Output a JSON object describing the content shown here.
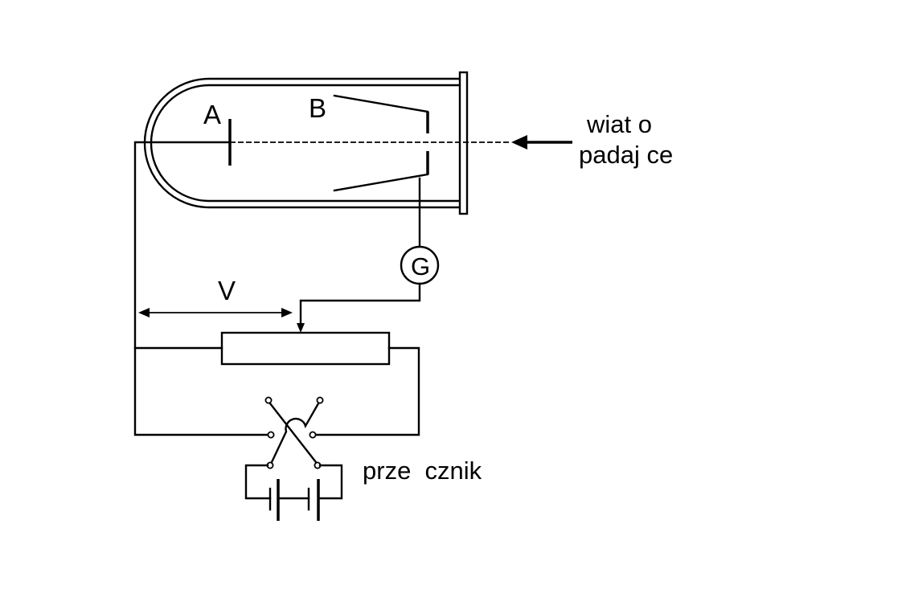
{
  "labels": {
    "electrode_a": "A",
    "electrode_b": "B",
    "galvanometer": "G",
    "voltage": "V",
    "light_line1": "wiat o",
    "light_line2": "padaj ce",
    "switch": "prze  cznik"
  }
}
